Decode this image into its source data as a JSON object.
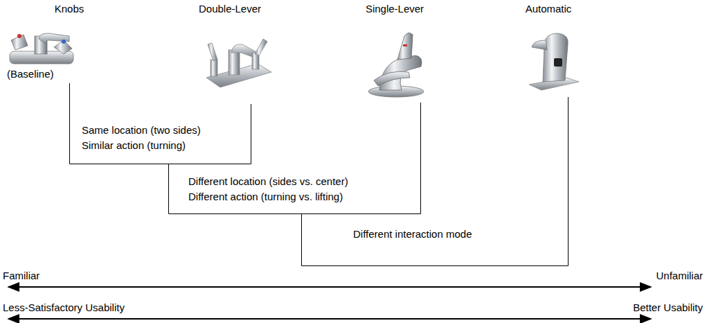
{
  "diagram": {
    "labels": [
      "Knobs",
      "Double-Lever",
      "Single-Lever",
      "Automatic",
      "(Baseline)",
      "Same location (two sides)",
      "Similar action (turning)",
      "Different location (sides vs. center)",
      "Different action (turning vs. lifting)",
      "Different interaction mode",
      "Familiar",
      "Unfamiliar",
      "Less-Satisfactory Usability",
      "Better Usability"
    ]
  }
}
